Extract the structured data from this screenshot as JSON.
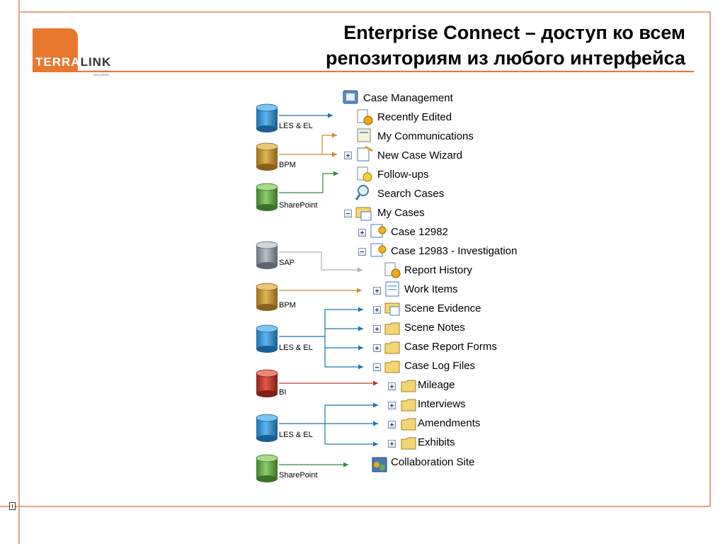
{
  "header": {
    "title_line1": "Enterprise Connect – доступ ко всем",
    "title_line2": "репозиториям из любого интерфейса"
  },
  "logo": {
    "part1": "TERRA",
    "part2": "LINK",
    "tagline": "PROBLEM SOLVERS"
  },
  "repositories": [
    {
      "label": "LES & EL",
      "color": "#2f8ed1"
    },
    {
      "label": "BPM",
      "color": "#c4912e"
    },
    {
      "label": "SharePoint",
      "color": "#6aa84f"
    },
    {
      "label": "SAP",
      "color": "#8f96a3"
    },
    {
      "label": "BPM",
      "color": "#c4912e"
    },
    {
      "label": "LES & EL",
      "color": "#2f8ed1"
    },
    {
      "label": "BI",
      "color": "#c0392b"
    },
    {
      "label": "LES & EL",
      "color": "#2f8ed1"
    },
    {
      "label": "SharePoint",
      "color": "#6aa84f"
    }
  ],
  "tree": [
    {
      "label": "Case Management",
      "icon": "case-management-icon"
    },
    {
      "label": "Recently Edited",
      "icon": "recently-edited-icon"
    },
    {
      "label": "My Communications",
      "icon": "communications-icon"
    },
    {
      "label": "New Case Wizard",
      "icon": "wizard-icon",
      "toggle": "plus"
    },
    {
      "label": "Follow-ups",
      "icon": "follow-up-icon"
    },
    {
      "label": "Search Cases",
      "icon": "search-icon"
    },
    {
      "label": "My Cases",
      "icon": "my-cases-icon",
      "toggle": "minus"
    },
    {
      "label": "Case 12982",
      "icon": "case-icon",
      "toggle": "plus"
    },
    {
      "label": "Case 12983 - Investigation",
      "icon": "case-icon",
      "toggle": "minus"
    },
    {
      "label": "Report  History",
      "icon": "report-history-icon"
    },
    {
      "label": "Work Items",
      "icon": "document-icon",
      "toggle": "plus"
    },
    {
      "label": "Scene Evidence",
      "icon": "folder-doc-icon",
      "toggle": "plus"
    },
    {
      "label": "Scene Notes",
      "icon": "folder-icon",
      "toggle": "plus"
    },
    {
      "label": "Case Report Forms",
      "icon": "folder-icon",
      "toggle": "plus"
    },
    {
      "label": "Case Log Files",
      "icon": "folder-icon",
      "toggle": "minus"
    },
    {
      "label": "Mileage",
      "icon": "folder-icon",
      "toggle": "plus"
    },
    {
      "label": "Interviews",
      "icon": "folder-icon",
      "toggle": "plus"
    },
    {
      "label": "Amendments",
      "icon": "folder-icon",
      "toggle": "plus"
    },
    {
      "label": "Exhibits",
      "icon": "folder-icon",
      "toggle": "plus"
    },
    {
      "label": "Collaboration Site",
      "icon": "collaboration-icon"
    }
  ],
  "colors": {
    "accent": "#e8772e",
    "frame": "#e5a27e",
    "arrow_blue": "#1a78b4",
    "arrow_gold": "#c4912e",
    "arrow_green": "#2e8b3a",
    "arrow_gray": "#b0b0b0",
    "arrow_red": "#c0392b"
  }
}
